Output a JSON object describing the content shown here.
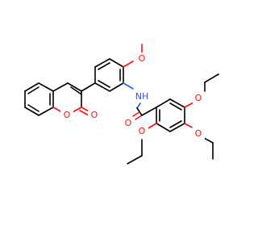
{
  "molecule": {
    "atom_labels": {
      "methoxy_o": "O",
      "amide_n": "NH",
      "carbonyl_o": "O",
      "ether_o_top": "O",
      "ether_o_mid": "O",
      "ether_o_bottom": "O",
      "ring_o": "O",
      "lactone_o": "O"
    },
    "colors": {
      "bond": "#000000",
      "oxygen": "#ff0d0d",
      "nitrogen": "#3050f8",
      "background": "#ffffff"
    }
  }
}
